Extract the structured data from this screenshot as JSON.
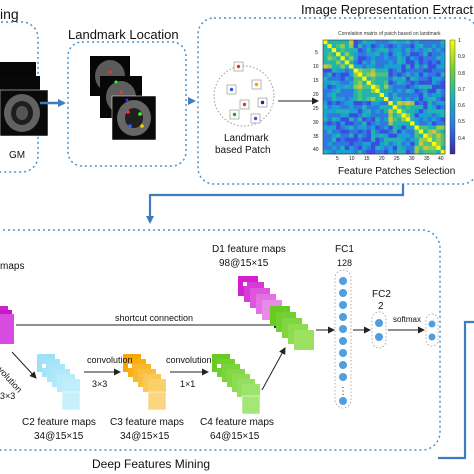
{
  "stages": {
    "preprocessing_partial": "ing",
    "gm_label": "GM",
    "landmark_location": "Landmark Location",
    "landmark_patch_line1": "Landmark",
    "landmark_patch_line2": "based Patch",
    "image_representation": "Image Representation Extract",
    "matrix_title": "Correlation matrix of patch based on landmark",
    "feature_patches": "Feature Patches Selection",
    "deep_features": "Deep Features Mining"
  },
  "heatmap": {
    "y_ticks": [
      "5",
      "10",
      "15",
      "20",
      "25",
      "30",
      "35",
      "40"
    ],
    "x_ticks": [
      "5",
      "10",
      "15",
      "20",
      "25",
      "30",
      "35",
      "40"
    ],
    "colorbar_ticks": [
      "1",
      "0.9",
      "0.8",
      "0.7",
      "0.6",
      "0.5",
      "0.4"
    ]
  },
  "network": {
    "input_maps_partial": "maps",
    "shortcut": "shortcut connection",
    "conv_left_partial": "onvolution",
    "conv_left_kernel_partial": "3×3",
    "conv_3x3_label": "convolution",
    "conv_3x3_kernel": "3×3",
    "conv_1x1_label": "convolution",
    "conv_1x1_kernel": "1×1",
    "c2_title": "C2 feature maps",
    "c2_size": "34@15×15",
    "c3_title": "C3 feature maps",
    "c3_size": "34@15×15",
    "c4_title": "C4 feature maps",
    "c4_size": "64@15×15",
    "d1_title": "D1 feature maps",
    "d1_size": "98@15×15",
    "fc1_label": "FC1",
    "fc1_units": "128",
    "fc2_label": "FC2",
    "fc2_units": "2",
    "softmax": "softmax"
  },
  "colors": {
    "dotted_border": "#4a90c8",
    "arrow_blue": "#3b7dc0",
    "magenta": "#d21fd2",
    "cyan": "#9ee0f7",
    "orange": "#f5a800",
    "green": "#66cc22",
    "node_blue": "#4f9ee0"
  }
}
